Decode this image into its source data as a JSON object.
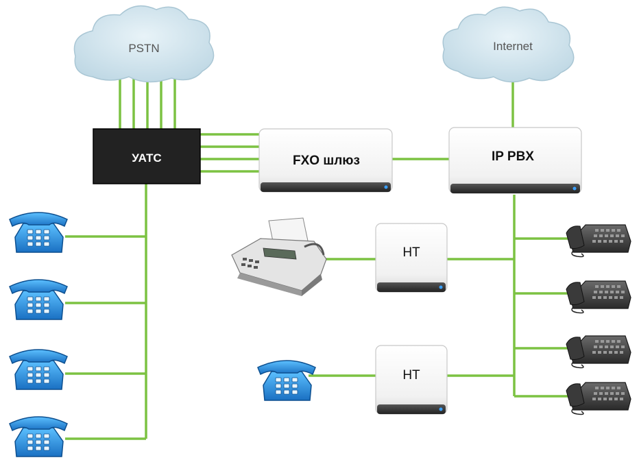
{
  "clouds": {
    "pstn": "PSTN",
    "internet": "Internet"
  },
  "devices": {
    "uats": "УАТС",
    "fxo_gateway": "FXO шлюз",
    "ip_pbx": "IP PBX",
    "ht_top": "HT",
    "ht_bottom": "HT"
  },
  "colors": {
    "line": "#7cc242",
    "uats_fill": "#222222",
    "cloud_fill": "#cfe3ec",
    "blue_phone": "#2a8fd8",
    "gray_phone": "#4a4a4a",
    "device_led": "#1e90ff"
  },
  "icons": {
    "analog_phone": "blue-phone-icon",
    "ip_phone": "ip-phone-icon",
    "fax": "fax-icon"
  }
}
